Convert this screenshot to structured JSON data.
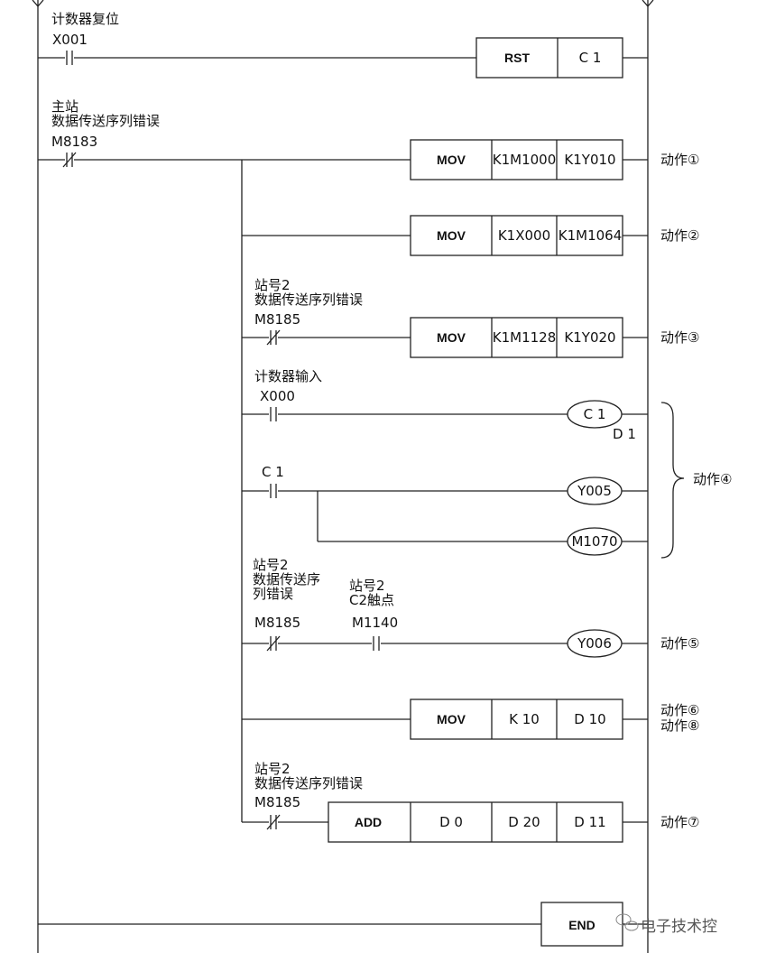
{
  "rungs": {
    "r1": {
      "comment": "计数器复位",
      "contact": "X001",
      "instr": [
        "RST",
        "C  1"
      ]
    },
    "r2": {
      "comment1": "主站",
      "comment2": "数据传送序列错误",
      "contact": "M8183",
      "mov1": [
        "MOV",
        "K1M1000",
        "K1Y010"
      ],
      "action1": "动作①",
      "mov2": [
        "MOV",
        "K1X000",
        "K1M1064"
      ],
      "action2": "动作②"
    },
    "r3": {
      "comment1": "站号2",
      "comment2": "数据传送序列错误",
      "contact": "M8185",
      "mov": [
        "MOV",
        "K1M1128",
        "K1Y020"
      ],
      "action": "动作③"
    },
    "r4": {
      "comment": "计数器输入",
      "contact": "X000",
      "coil": "C 1",
      "coil_param": "D  1"
    },
    "r5": {
      "contact": "C  1",
      "coil1": "Y005",
      "coil2": "M1070",
      "action": "动作④"
    },
    "r6": {
      "c1_comment1": "站号2",
      "c1_comment2": "数据传送序",
      "c1_comment3": "列错误",
      "c1_contact": "M8185",
      "c2_comment1": "站号2",
      "c2_comment2": "C2触点",
      "c2_contact": "M1140",
      "coil": "Y006",
      "action": "动作⑤"
    },
    "r7": {
      "mov": [
        "MOV",
        "K 10",
        "D 10"
      ],
      "action1": "动作⑥",
      "action2": "动作⑧"
    },
    "r8": {
      "comment1": "站号2",
      "comment2": "数据传送序列错误",
      "contact": "M8185",
      "add": [
        "ADD",
        "D  0",
        "D 20",
        "D 11"
      ],
      "action": "动作⑦"
    },
    "end": "END"
  },
  "watermark": "电子技术控"
}
